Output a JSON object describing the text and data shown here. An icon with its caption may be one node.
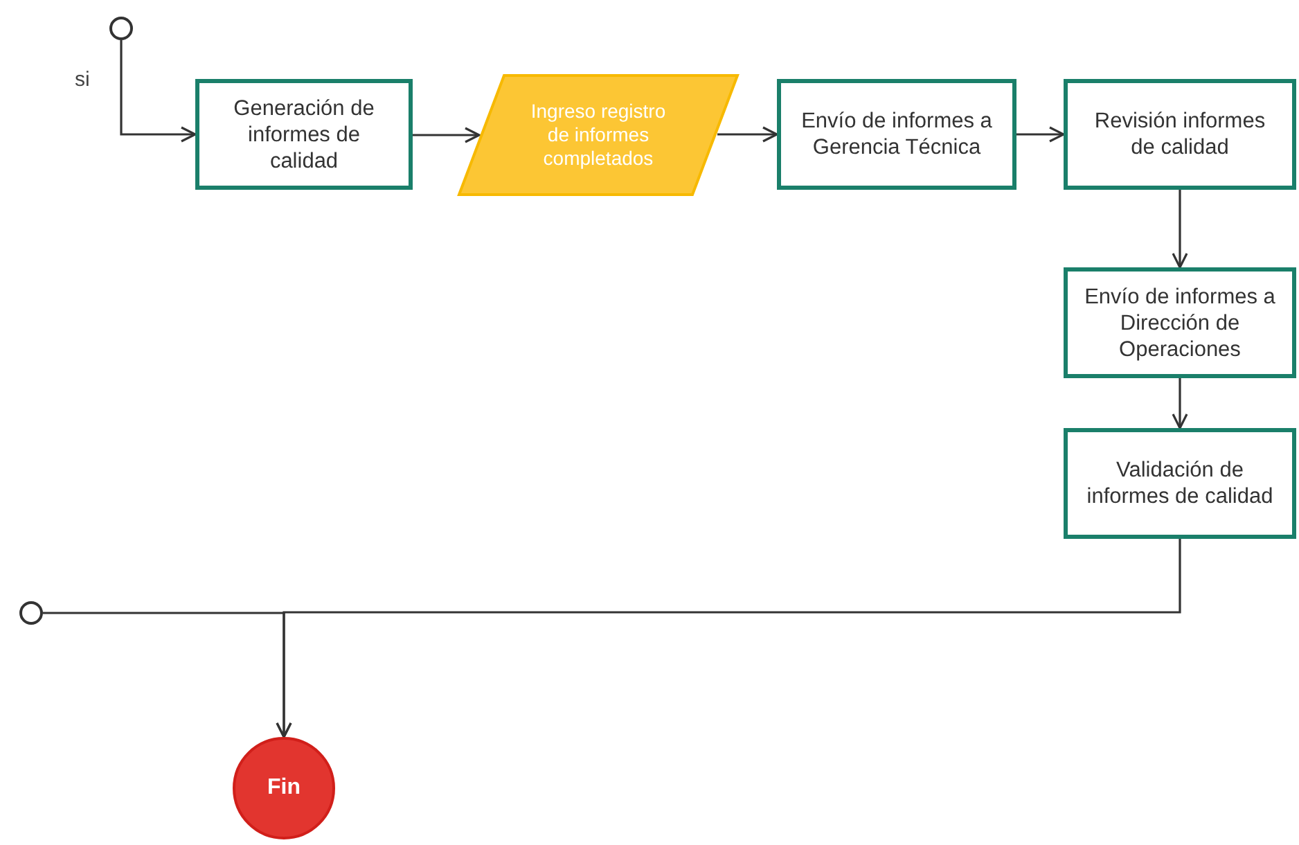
{
  "diagram": {
    "nodes": [
      {
        "text": [],
        "shape": "circle"
      },
      {
        "text": [
          "Generación de informes de calidad"
        ]
      },
      {
        "text": [
          "Ingreso registro de informes completados"
        ]
      },
      {
        "text": [
          "Envío de informes a Gerencia Técnica"
        ]
      },
      {
        "text": [
          "Revisión informes de calidad"
        ]
      },
      {
        "text": [
          "Envío de informes a Dirección de Operaciones"
        ]
      },
      {
        "text": [
          "Validación de informes de calidad"
        ]
      },
      {
        "text": [],
        "shape": "circle"
      },
      {
        "text": [
          "Fin"
        ]
      }
    ],
    "edges": [
      {
        "from": 0,
        "to": 1,
        "arrow": "to",
        "label": "si"
      },
      {
        "from": 1,
        "to": 2,
        "arrow": "to"
      },
      {
        "from": 2,
        "to": 3,
        "arrow": "to"
      },
      {
        "from": 3,
        "to": 4,
        "arrow": "to"
      },
      {
        "from": 4,
        "to": 5,
        "arrow": "to"
      },
      {
        "from": 5,
        "to": 6,
        "arrow": "to"
      },
      {
        "from": 6,
        "to": 8,
        "arrow": "to"
      },
      {
        "from": 7,
        "to": 8,
        "arrow": "to"
      }
    ]
  }
}
